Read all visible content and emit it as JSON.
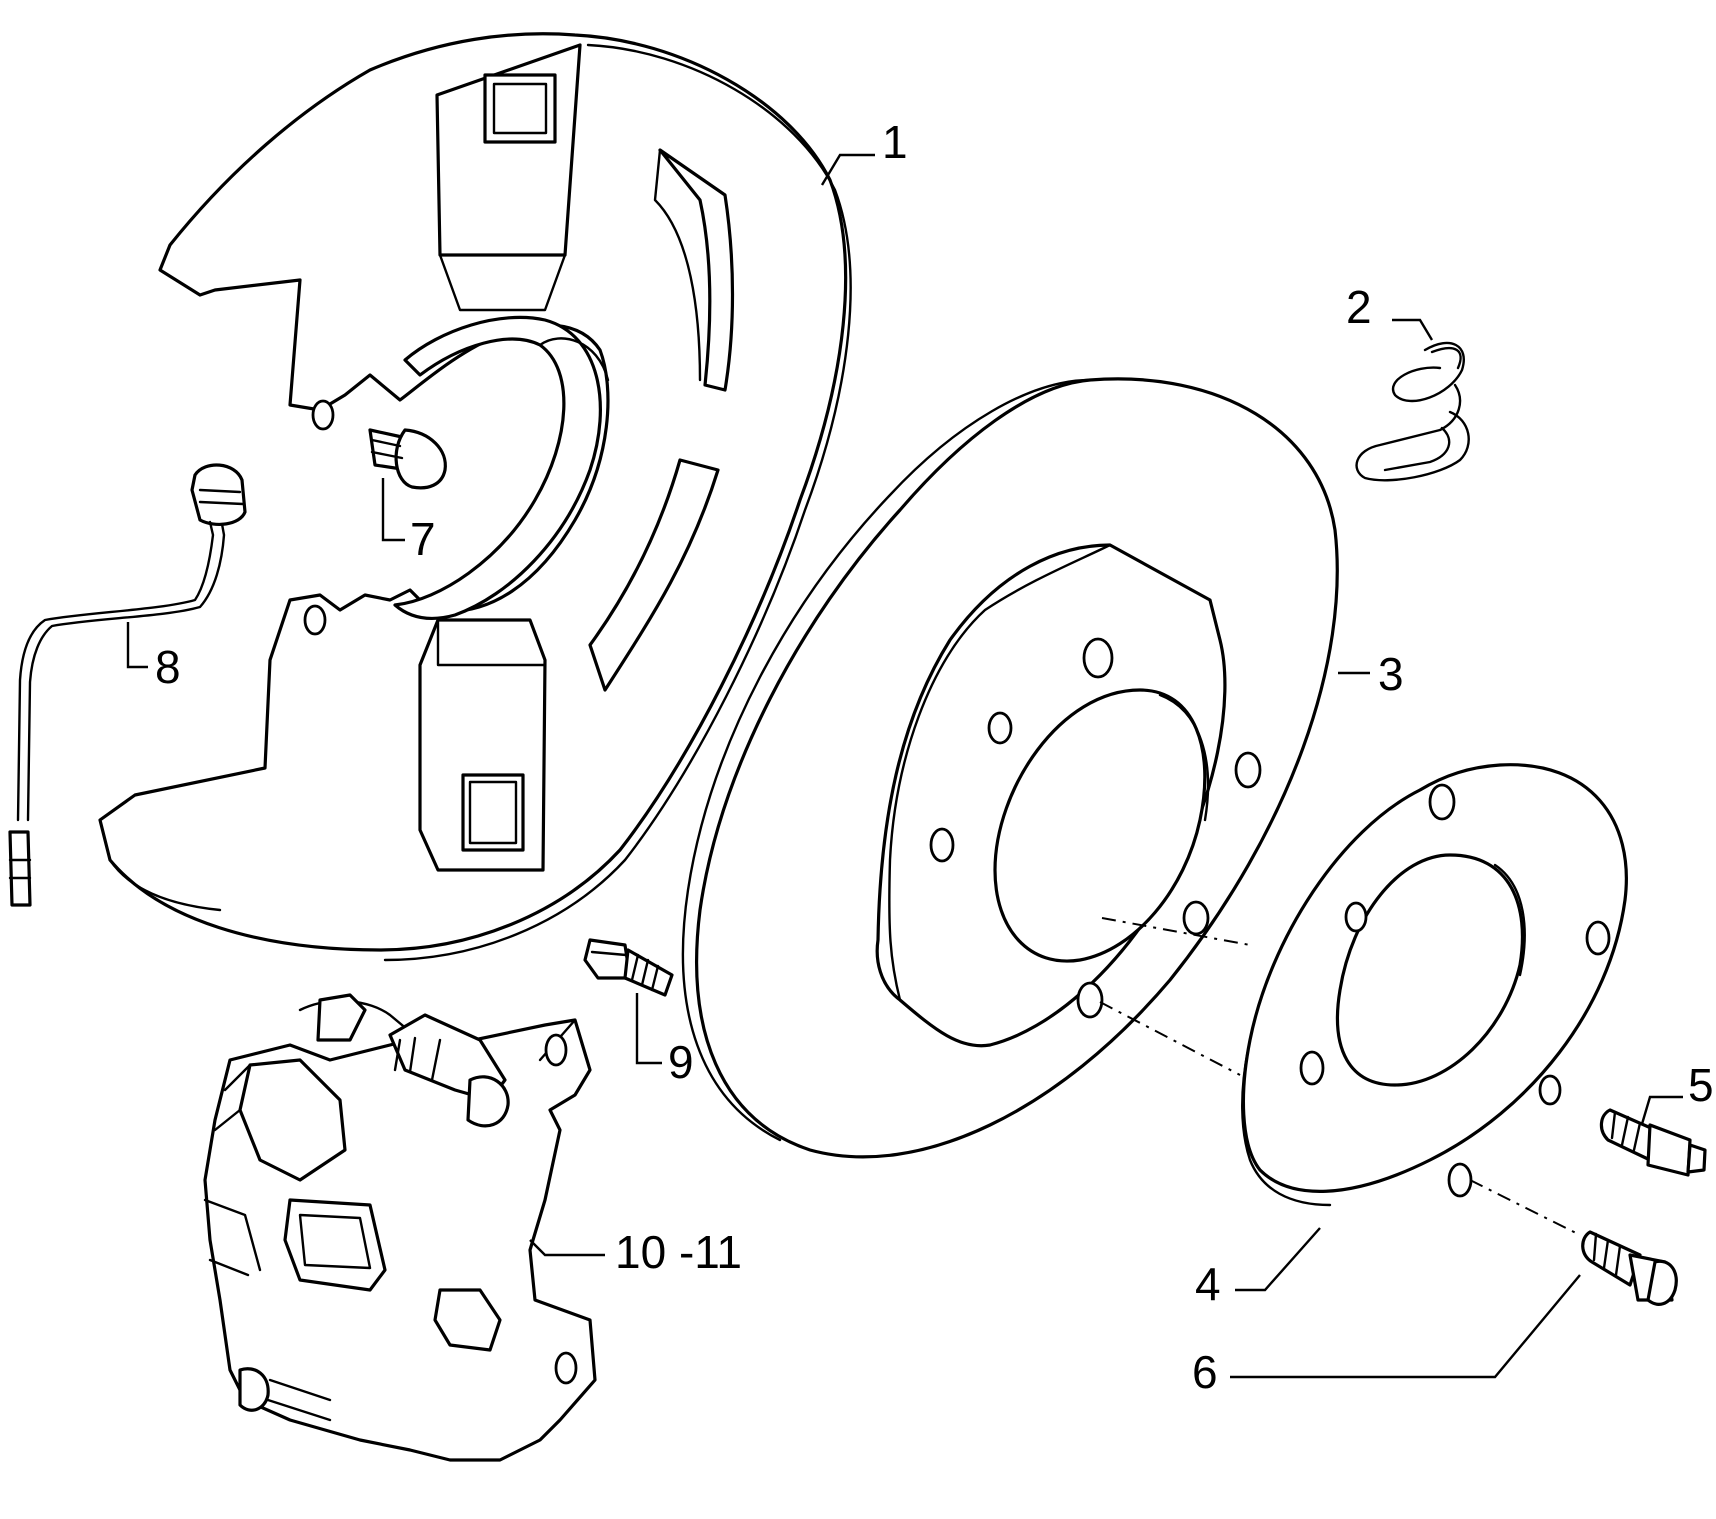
{
  "callouts": {
    "c1": "1",
    "c2": "2",
    "c3": "3",
    "c4": "4",
    "c5": "5",
    "c6": "6",
    "c7": "7",
    "c8": "8",
    "c9": "9",
    "c10_11": "10 -11"
  }
}
